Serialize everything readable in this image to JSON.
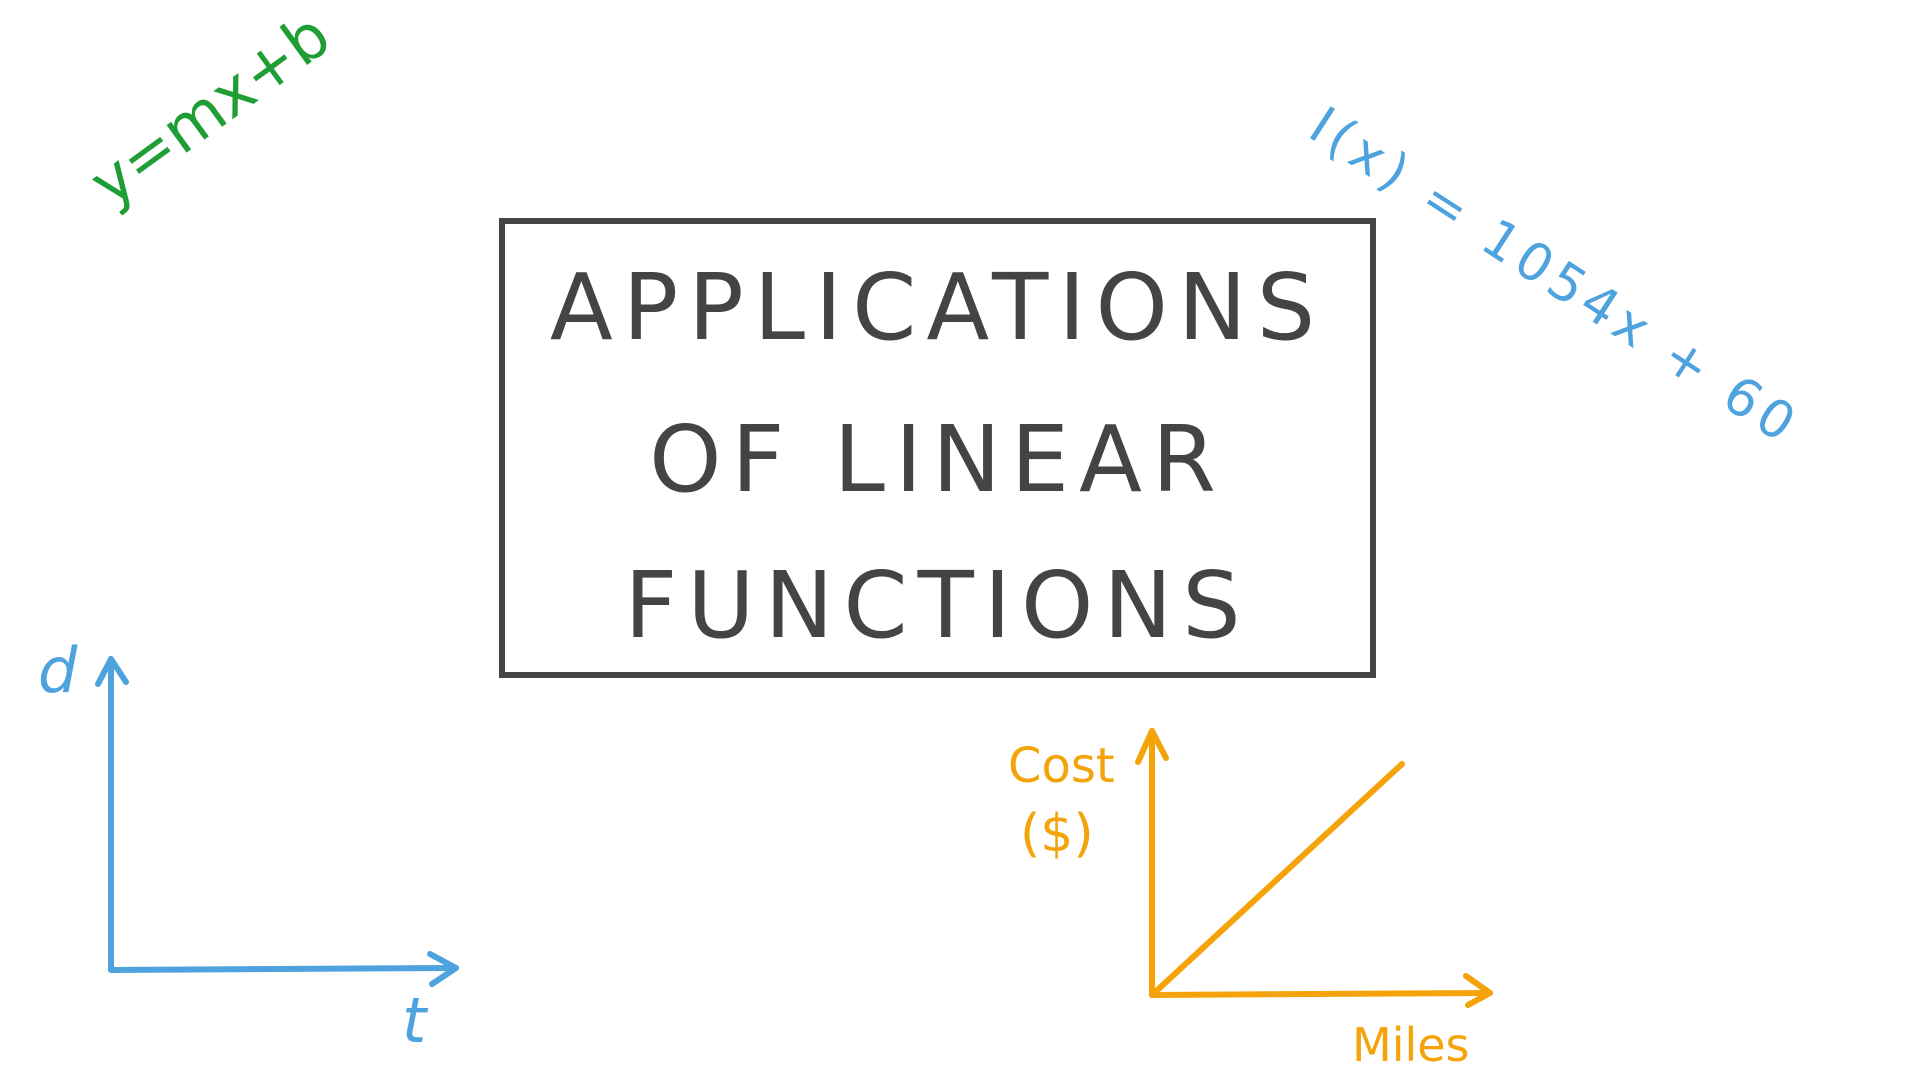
{
  "title": {
    "lines": [
      "APPLICATIONS",
      "OF LINEAR",
      "FUNCTIONS"
    ],
    "color": "#444444"
  },
  "equations": {
    "slope_intercept": {
      "text": "y=mx+b",
      "color": "#1f9e35"
    },
    "income": {
      "text": "I(x) = 1054x + 60",
      "color": "#4ea2de"
    }
  },
  "graphs": {
    "distance_time": {
      "y_label": "d",
      "x_label": "t",
      "color": "#4ea2de"
    },
    "cost_miles": {
      "y_label_line1": "Cost",
      "y_label_line2": "($)",
      "x_label": "Miles",
      "color": "#f5a30a"
    }
  },
  "chart_data": [
    {
      "type": "line",
      "title": "",
      "xlabel": "t",
      "ylabel": "d",
      "series": [],
      "grid": false
    },
    {
      "type": "line",
      "title": "",
      "xlabel": "Miles",
      "ylabel": "Cost ($)",
      "series": [
        {
          "name": "cost",
          "x": [
            0,
            1
          ],
          "y": [
            0,
            0.9
          ]
        }
      ],
      "grid": false
    }
  ]
}
